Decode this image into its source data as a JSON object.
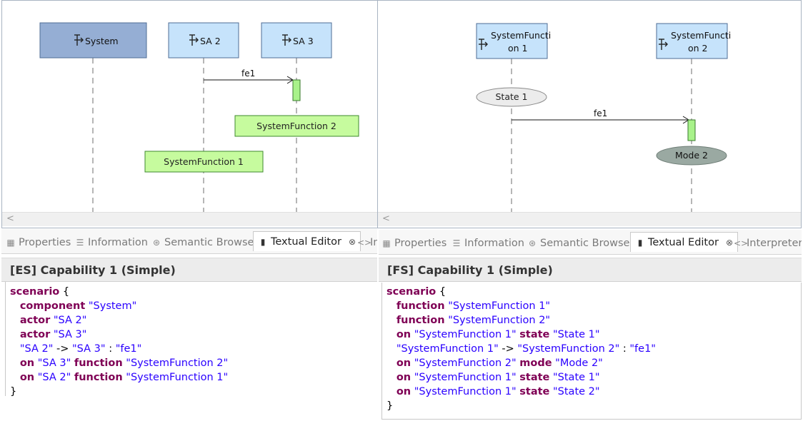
{
  "left_diagram": {
    "lifelines": [
      {
        "name": "System",
        "kind": "component"
      },
      {
        "name": "SA 2",
        "kind": "actor"
      },
      {
        "name": "SA 3",
        "kind": "actor"
      }
    ],
    "message": {
      "label": "fe1",
      "from": "SA 2",
      "to": "SA 3"
    },
    "functions": [
      "SystemFunction 2",
      "SystemFunction 1"
    ]
  },
  "right_diagram": {
    "lifelines": [
      {
        "line1": "SystemFuncti",
        "line2": "on 1"
      },
      {
        "line1": "SystemFuncti",
        "line2": "on 2"
      }
    ],
    "message": {
      "label": "fe1"
    },
    "state": "State 1",
    "mode": "Mode 2"
  },
  "left_tabs": {
    "properties": "Properties",
    "information": "Information",
    "semantic_browser": "Semantic Browser",
    "textual_editor": "Textual Editor",
    "interpreter": "In"
  },
  "right_tabs": {
    "properties": "Properties",
    "information": "Information",
    "semantic_browser": "Semantic Browser",
    "textual_editor": "Textual Editor",
    "interpreter": "Interpreter"
  },
  "left_editor": {
    "title": "[ES] Capability 1 (Simple)",
    "lines": [
      [
        {
          "t": "kw",
          "v": "scenario"
        },
        {
          "t": "p",
          "v": " {"
        }
      ],
      [
        {
          "t": "p",
          "v": "   "
        },
        {
          "t": "kw",
          "v": "component"
        },
        {
          "t": "p",
          "v": " "
        },
        {
          "t": "str",
          "v": "\"System\""
        }
      ],
      [
        {
          "t": "p",
          "v": "   "
        },
        {
          "t": "kw",
          "v": "actor"
        },
        {
          "t": "p",
          "v": " "
        },
        {
          "t": "str",
          "v": "\"SA 2\""
        }
      ],
      [
        {
          "t": "p",
          "v": "   "
        },
        {
          "t": "kw",
          "v": "actor"
        },
        {
          "t": "p",
          "v": " "
        },
        {
          "t": "str",
          "v": "\"SA 3\""
        }
      ],
      [
        {
          "t": "p",
          "v": "   "
        },
        {
          "t": "str",
          "v": "\"SA 2\""
        },
        {
          "t": "p",
          "v": " -> "
        },
        {
          "t": "str",
          "v": "\"SA 3\""
        },
        {
          "t": "p",
          "v": " : "
        },
        {
          "t": "str",
          "v": "\"fe1\""
        }
      ],
      [
        {
          "t": "p",
          "v": "   "
        },
        {
          "t": "kw",
          "v": "on"
        },
        {
          "t": "p",
          "v": " "
        },
        {
          "t": "str",
          "v": "\"SA 3\""
        },
        {
          "t": "p",
          "v": " "
        },
        {
          "t": "kw",
          "v": "function"
        },
        {
          "t": "p",
          "v": " "
        },
        {
          "t": "str",
          "v": "\"SystemFunction 2\""
        }
      ],
      [
        {
          "t": "p",
          "v": "   "
        },
        {
          "t": "kw",
          "v": "on"
        },
        {
          "t": "p",
          "v": " "
        },
        {
          "t": "str",
          "v": "\"SA 2\""
        },
        {
          "t": "p",
          "v": " "
        },
        {
          "t": "kw",
          "v": "function"
        },
        {
          "t": "p",
          "v": " "
        },
        {
          "t": "str",
          "v": "\"SystemFunction 1\""
        }
      ],
      [
        {
          "t": "p",
          "v": "}"
        }
      ]
    ]
  },
  "right_editor": {
    "title": "[FS] Capability 1 (Simple)",
    "lines": [
      [
        {
          "t": "kw",
          "v": "scenario"
        },
        {
          "t": "p",
          "v": " {"
        }
      ],
      [
        {
          "t": "p",
          "v": "   "
        },
        {
          "t": "kw",
          "v": "function"
        },
        {
          "t": "p",
          "v": " "
        },
        {
          "t": "str",
          "v": "\"SystemFunction 1\""
        }
      ],
      [
        {
          "t": "p",
          "v": "   "
        },
        {
          "t": "kw",
          "v": "function"
        },
        {
          "t": "p",
          "v": " "
        },
        {
          "t": "str",
          "v": "\"SystemFunction 2\""
        }
      ],
      [
        {
          "t": "p",
          "v": "   "
        },
        {
          "t": "kw",
          "v": "on"
        },
        {
          "t": "p",
          "v": " "
        },
        {
          "t": "str",
          "v": "\"SystemFunction 1\""
        },
        {
          "t": "p",
          "v": " "
        },
        {
          "t": "kw",
          "v": "state"
        },
        {
          "t": "p",
          "v": " "
        },
        {
          "t": "str",
          "v": "\"State 1\""
        }
      ],
      [
        {
          "t": "p",
          "v": "   "
        },
        {
          "t": "str",
          "v": "\"SystemFunction 1\""
        },
        {
          "t": "p",
          "v": " -> "
        },
        {
          "t": "str",
          "v": "\"SystemFunction 2\""
        },
        {
          "t": "p",
          "v": " : "
        },
        {
          "t": "str",
          "v": "\"fe1\""
        }
      ],
      [
        {
          "t": "p",
          "v": "   "
        },
        {
          "t": "kw",
          "v": "on"
        },
        {
          "t": "p",
          "v": " "
        },
        {
          "t": "str",
          "v": "\"SystemFunction 2\""
        },
        {
          "t": "p",
          "v": " "
        },
        {
          "t": "kw",
          "v": "mode"
        },
        {
          "t": "p",
          "v": " "
        },
        {
          "t": "str",
          "v": "\"Mode 2\""
        }
      ],
      [
        {
          "t": "p",
          "v": "   "
        },
        {
          "t": "kw",
          "v": "on"
        },
        {
          "t": "p",
          "v": " "
        },
        {
          "t": "str",
          "v": "\"SystemFunction 1\""
        },
        {
          "t": "p",
          "v": " "
        },
        {
          "t": "kw",
          "v": "state"
        },
        {
          "t": "p",
          "v": " "
        },
        {
          "t": "str",
          "v": "\"State 1\""
        }
      ],
      [
        {
          "t": "p",
          "v": "   "
        },
        {
          "t": "kw",
          "v": "on"
        },
        {
          "t": "p",
          "v": " "
        },
        {
          "t": "str",
          "v": "\"SystemFunction 1\""
        },
        {
          "t": "p",
          "v": " "
        },
        {
          "t": "kw",
          "v": "state"
        },
        {
          "t": "p",
          "v": " "
        },
        {
          "t": "str",
          "v": "\"State 2\""
        }
      ],
      [
        {
          "t": "p",
          "v": "}"
        }
      ]
    ]
  },
  "colors": {
    "component_fill": "#95aed4",
    "actor_fill": "#c6e3fb",
    "function_fill": "#c6fb9e",
    "execution_fill": "#a8f28a",
    "state_fill": "#ececec",
    "mode_fill": "#9aa9a2",
    "keyword": "#7f0055",
    "string": "#2a00ff"
  }
}
